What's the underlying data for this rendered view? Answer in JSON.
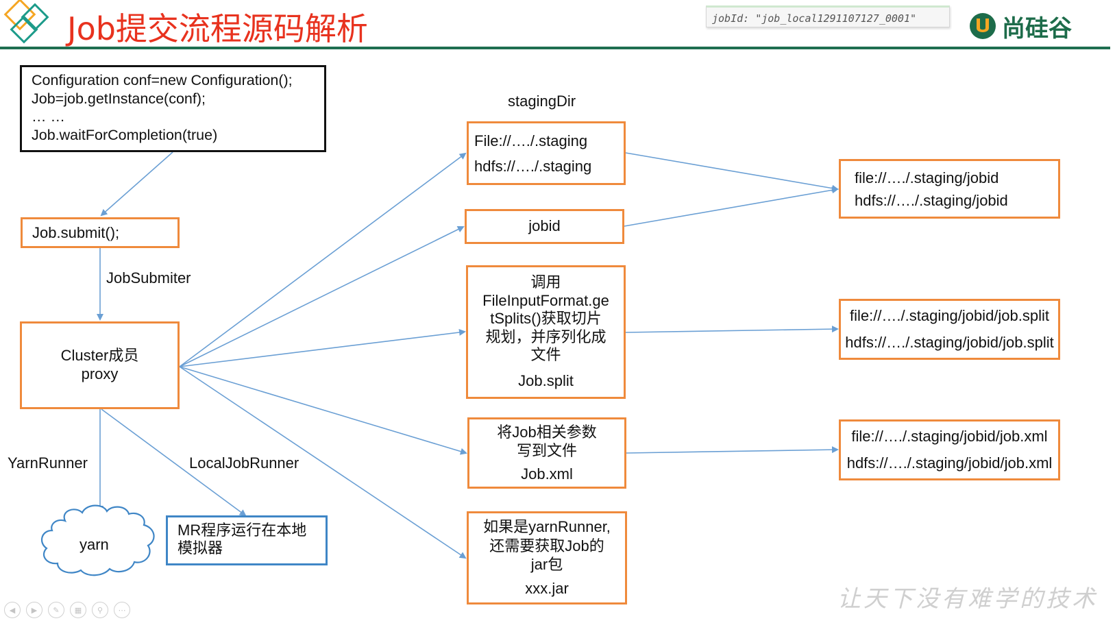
{
  "header": {
    "title": "Job提交流程源码解析",
    "jobid_note": "jobId: \"job_local1291107127_0001\"",
    "brand": "尚硅谷"
  },
  "left": {
    "code_lines": [
      "Configuration conf=new Configuration();",
      "Job=job.getInstance(conf);",
      "… …",
      "Job.waitForCompletion(true)"
    ],
    "submit": "Job.submit();",
    "jobsubmiter_label": "JobSubmiter",
    "cluster_lines": [
      "Cluster成员",
      "proxy"
    ],
    "yarnrunner_label": "YarnRunner",
    "localjobrunner_label": "LocalJobRunner",
    "yarn": "yarn",
    "local_sim_lines": [
      "MR程序运行在本地",
      "模拟器"
    ]
  },
  "middle": {
    "staging_dir_label": "stagingDir",
    "staging_lines": [
      "File://…./.staging",
      "hdfs://…./.staging"
    ],
    "jobid": "jobid",
    "split_lines": [
      "调用",
      "FileInputFormat.ge",
      "tSplits()获取切片",
      "规划，并序列化成",
      "文件"
    ],
    "split_file": "Job.split",
    "xml_lines": [
      "将Job相关参数",
      "写到文件"
    ],
    "xml_file": "Job.xml",
    "jar_lines": [
      "如果是yarnRunner,",
      "还需要获取Job的",
      "jar包"
    ],
    "jar_file": "xxx.jar"
  },
  "right": {
    "staging_jobid_lines": [
      "file://…./.staging/jobid",
      "hdfs://…./.staging/jobid"
    ],
    "split_lines": [
      "file://…./.staging/jobid/job.split",
      "hdfs://…./.staging/jobid/job.split"
    ],
    "xml_lines": [
      "file://…./.staging/jobid/job.xml",
      "hdfs://…./.staging/jobid/job.xml"
    ]
  },
  "footer": {
    "watermark": "让天下没有难学的技术",
    "toolbar_icons": [
      "prev-icon",
      "next-icon",
      "pen-icon",
      "slides-icon",
      "zoom-icon",
      "more-icon"
    ]
  },
  "colors": {
    "title_red": "#e8321e",
    "rule_green": "#1e6e50",
    "box_orange": "#ef8a3c",
    "box_blue": "#3f86c6",
    "arrow_blue": "#6a9fd4",
    "brand_green": "#1d6c4a",
    "logo_orange": "#f5a623"
  }
}
